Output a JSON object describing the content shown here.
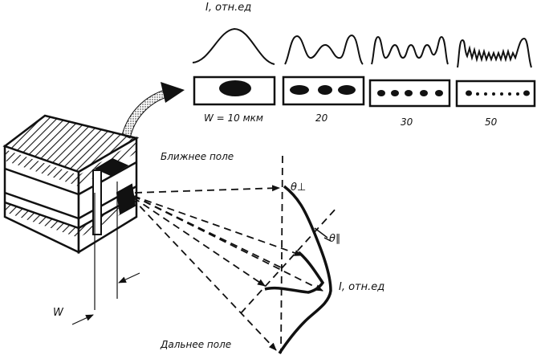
{
  "labels": {
    "intensity_top": "I, отн.ед",
    "intensity_far": "I, отн.ед",
    "near_field": "Ближнее поле",
    "far_field": "Дальнее поле",
    "theta_perp": "θ⊥",
    "theta_par": "θ∥",
    "width": "W"
  },
  "patterns": [
    {
      "width_label": "W = 10 мкм",
      "spots": 1
    },
    {
      "width_label": "20",
      "spots": 3
    },
    {
      "width_label": "30",
      "spots": 5
    },
    {
      "width_label": "50",
      "spots": 8
    }
  ]
}
